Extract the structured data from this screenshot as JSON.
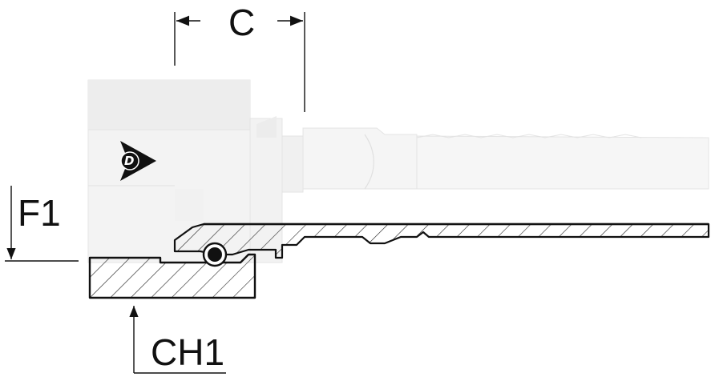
{
  "dimensions": {
    "c": "C",
    "f1": "F1",
    "ch1": "CH1"
  },
  "logo": {
    "letter": "D",
    "icon": "dunlop-arrow-logo-icon"
  },
  "colors": {
    "outline": "#111111",
    "body_light": "#f2f2f2",
    "body_shade": "#e2e2e2",
    "hatch": "#222222"
  }
}
